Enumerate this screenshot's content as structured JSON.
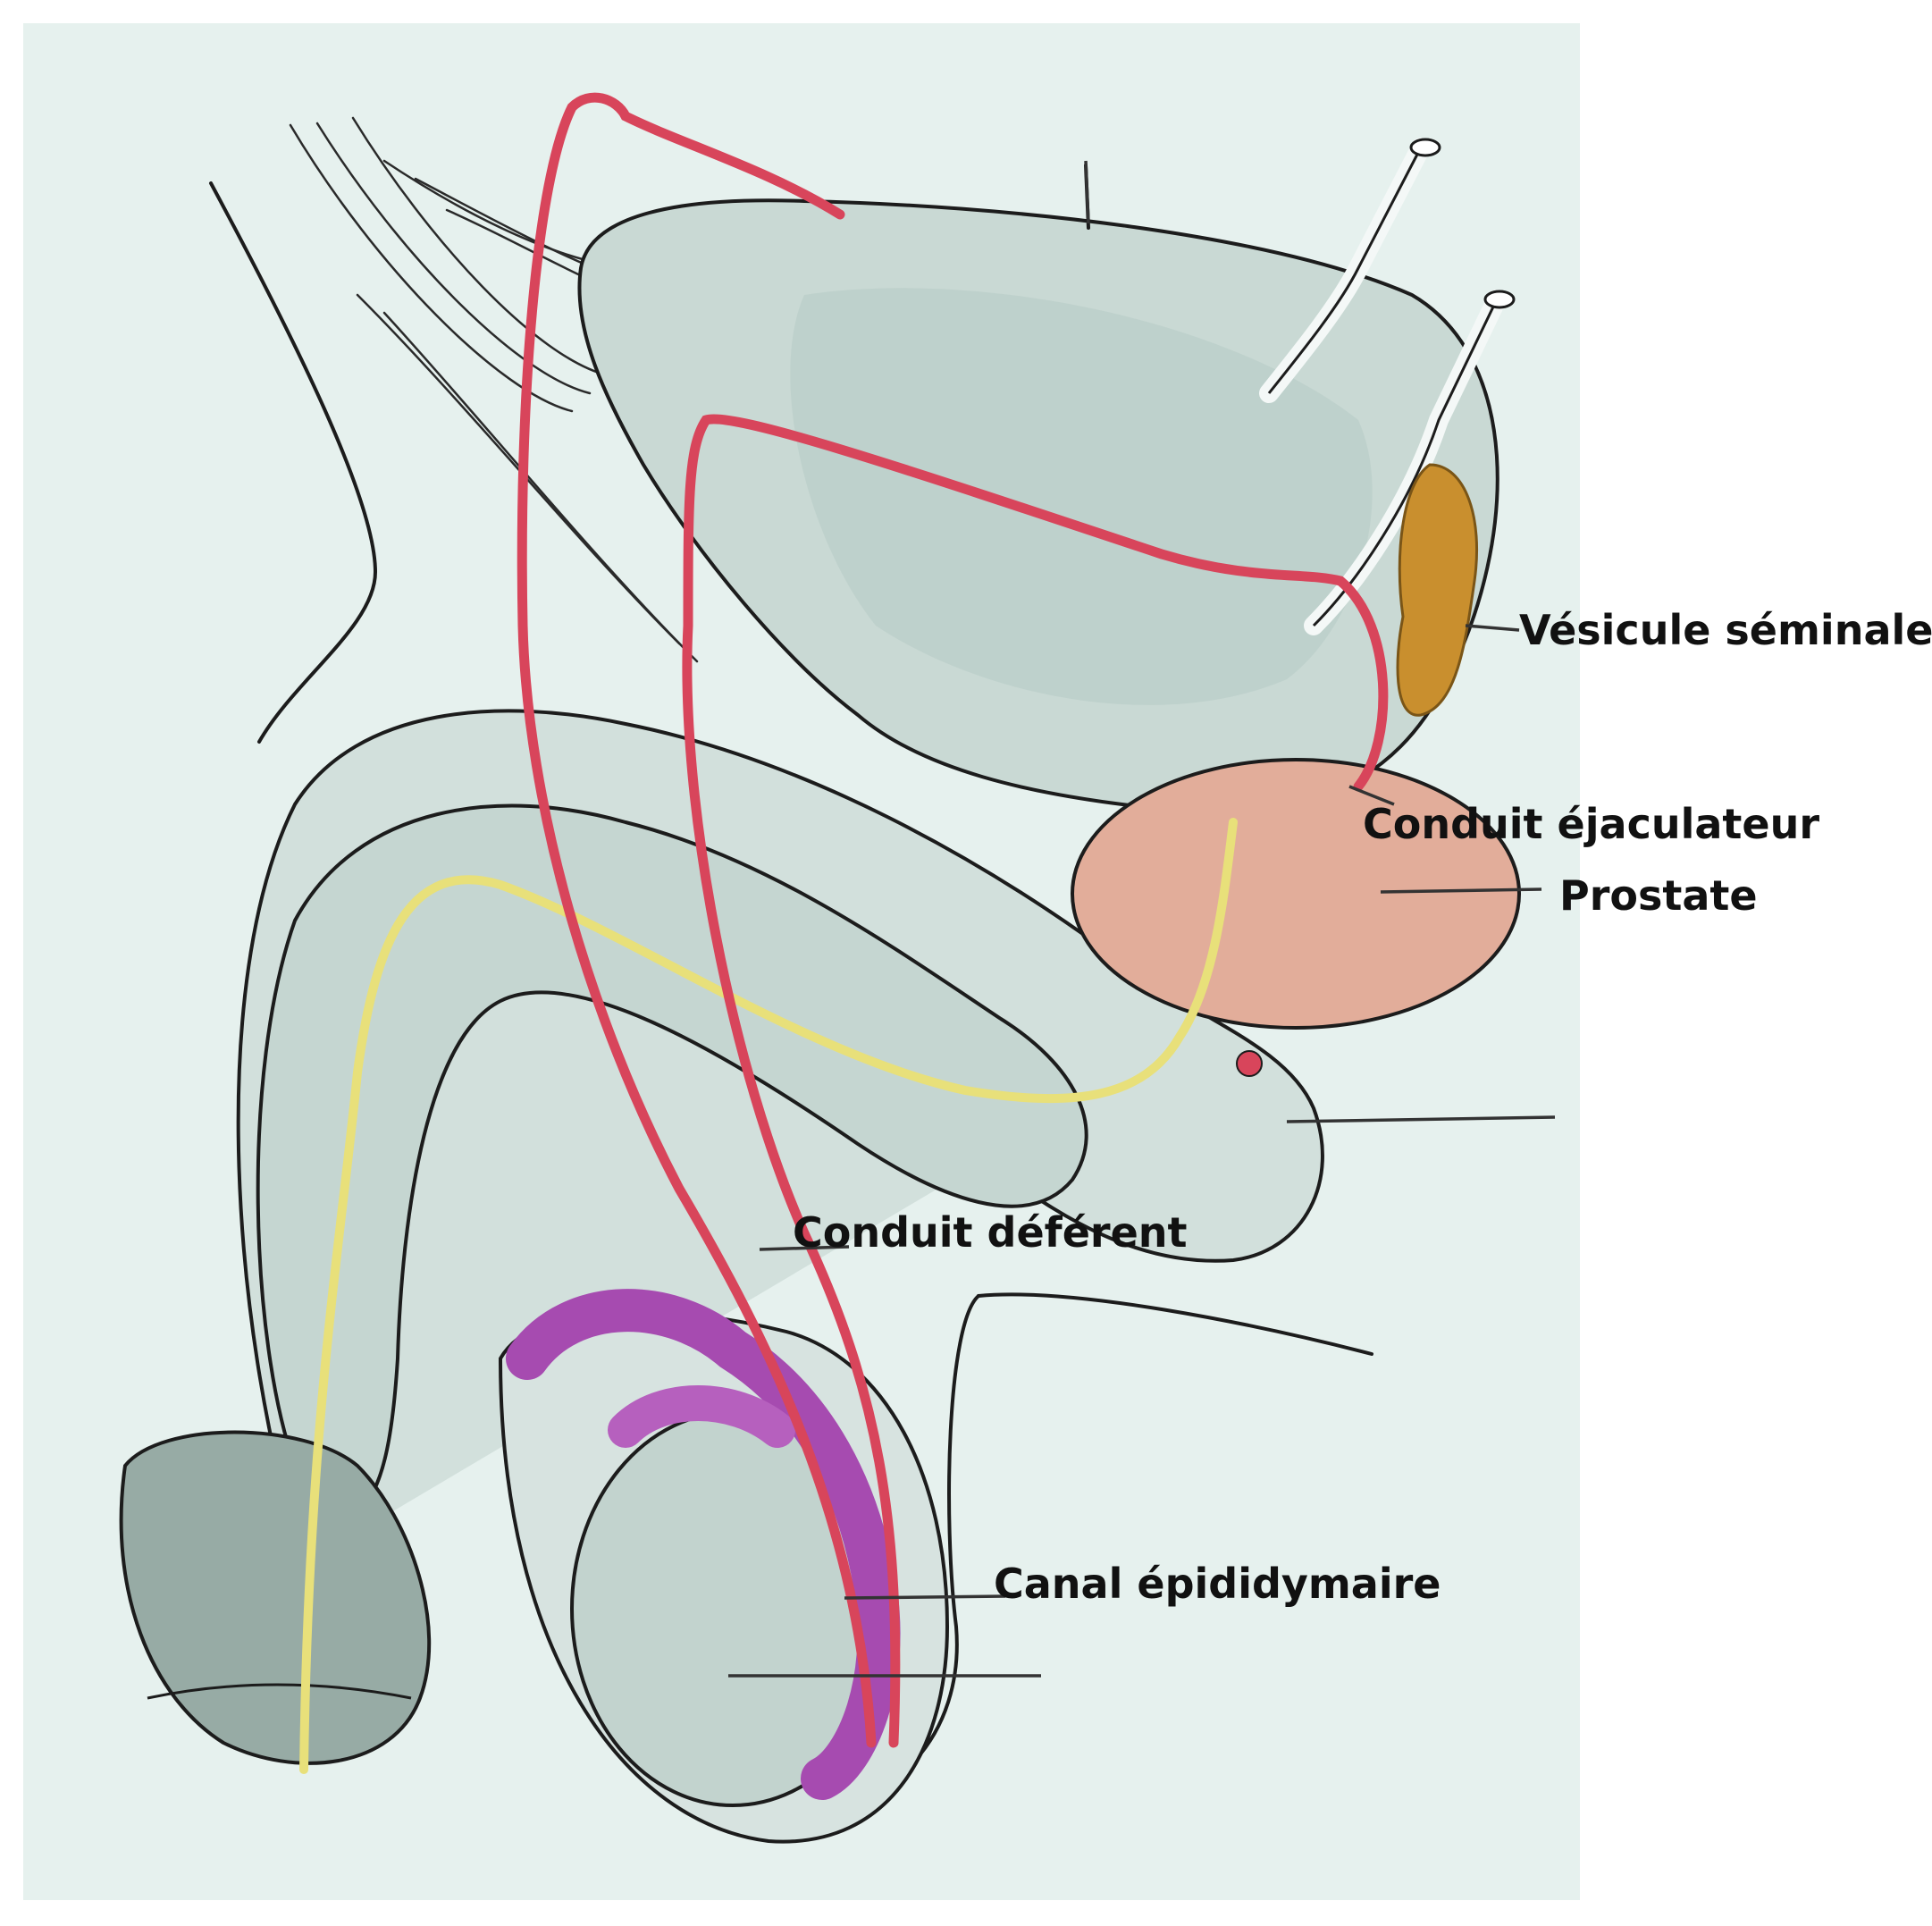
{
  "figure": {
    "labels": {
      "vesicule": "Vésicule séminale",
      "ejaculateur": "Conduit éjaculateur",
      "prostate": "Prostate",
      "deferent": "Conduit déférent",
      "epididymaire": "Canal épididymaire"
    },
    "colors": {
      "background": "#ffffff",
      "panel": "#e6f1ee",
      "organ_fill": "#c9d9d4",
      "organ_dark": "#a9bdb7",
      "vas_deferens": "#d8455b",
      "urethra": "#e8e07a",
      "prostate": "#e2ad9a",
      "seminal_vesicle": "#c98f2e",
      "epididymis": "#a64bb0"
    }
  }
}
